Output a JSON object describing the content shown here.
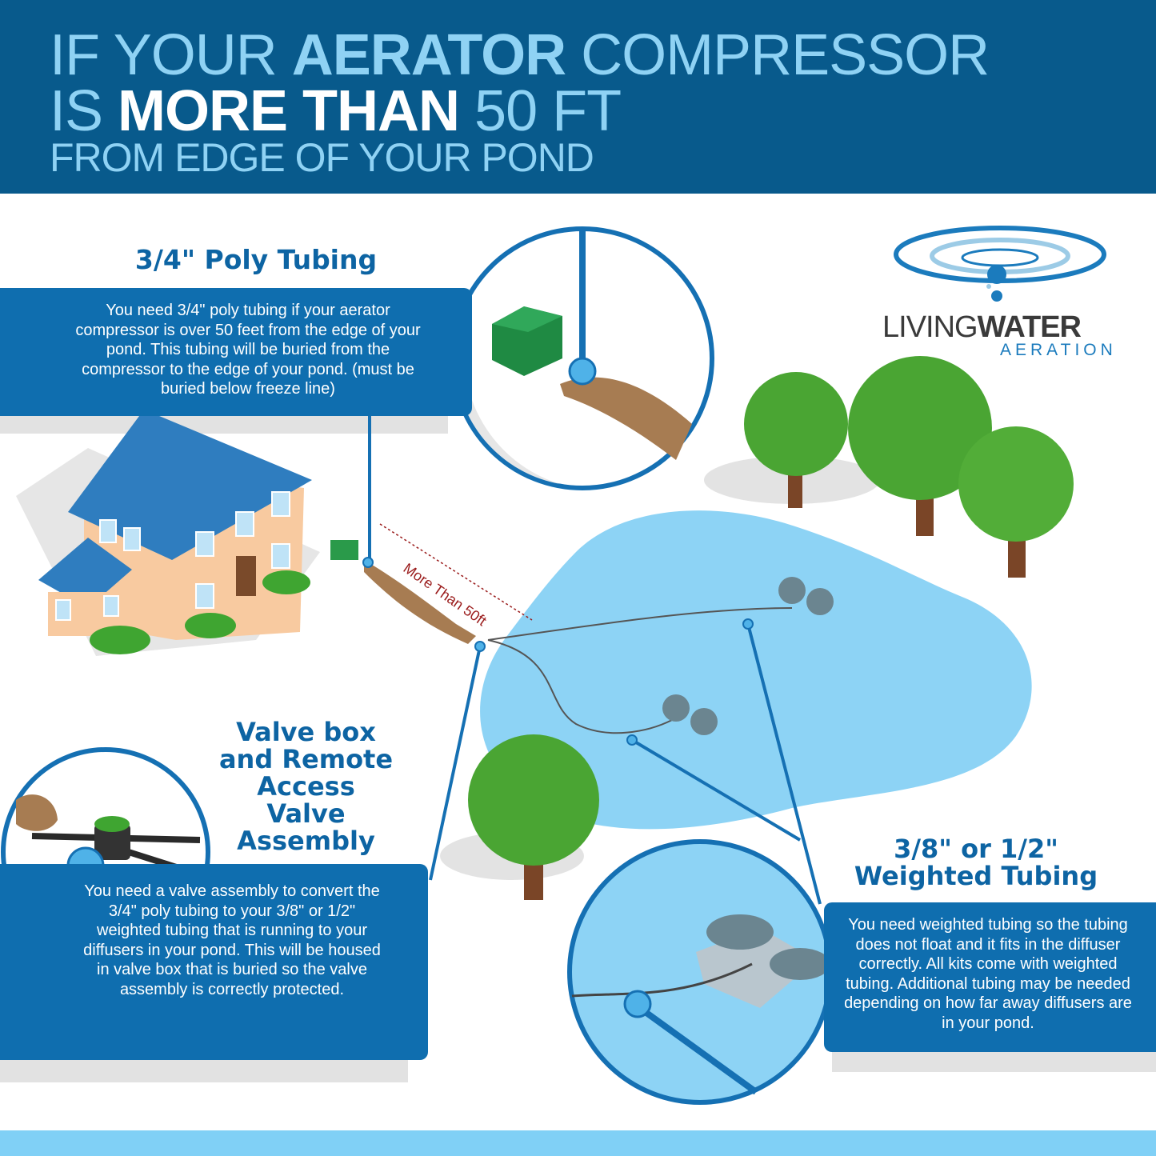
{
  "header": {
    "line1_a": "IF YOUR ",
    "line1_b": "AERATOR",
    "line1_c": " COMPRESSOR",
    "line2_a": "IS ",
    "line2_b": "MORE THAN",
    "line2_c": " 50 FT",
    "line3": "FROM EDGE OF YOUR POND"
  },
  "logo": {
    "word1": "LIVING",
    "word2": "WATER",
    "sub": "AERATION"
  },
  "poly": {
    "title": "3/4\"  Poly Tubing",
    "body": "You need 3/4\" poly tubing if your aerator compressor is over 50 feet from the edge of your pond. This tubing will be buried from the compressor to the edge of your pond. (must be buried below freeze line)"
  },
  "distance_label": "More Than 50ft",
  "valve": {
    "title_lines": [
      "Valve box",
      "and Remote",
      "Access",
      "Valve",
      "Assembly"
    ],
    "body": "You need a valve assembly to convert the 3/4\" poly tubing to your 3/8\" or 1/2\" weighted tubing that is running to your diffusers in your pond. This will be housed in valve box that is buried so the valve assembly is correctly protected."
  },
  "weighted": {
    "title_lines": [
      "3/8\" or 1/2\"",
      "Weighted Tubing"
    ],
    "body": "You need weighted tubing so the tubing does not float and it fits in the diffuser correctly. All kits come with weighted tubing. Additional tubing may be needed depending on how far away diffusers are in your pond."
  },
  "colors": {
    "header": "#085a8c",
    "accent": "#0f6eaf",
    "title": "#0d64a3",
    "pond": "#8dd3f5",
    "light": "#8fd2f4"
  }
}
